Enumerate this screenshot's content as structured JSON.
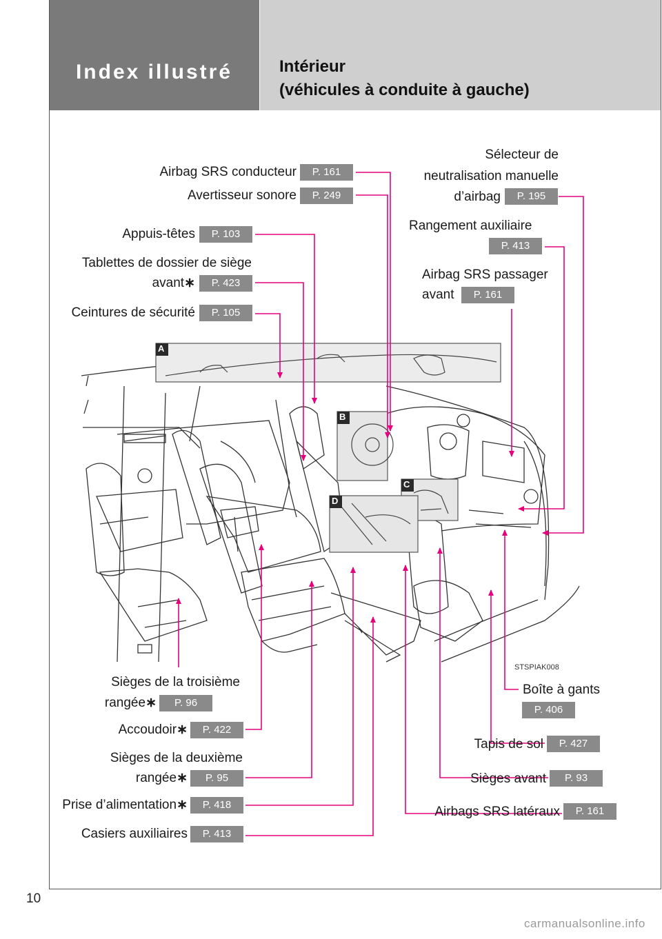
{
  "header": {
    "section": "Index illustré",
    "title_line1": "Intérieur",
    "title_line2": "(véhicules à conduite à gauche)"
  },
  "callouts": {
    "airbag_driver": {
      "label": "Airbag SRS conducteur",
      "page": "P. 161"
    },
    "horn": {
      "label": "Avertisseur sonore",
      "page": "P. 249"
    },
    "headrests": {
      "label": "Appuis-têtes",
      "page": "P. 103"
    },
    "seatback_tables": {
      "label1": "Tablettes de dossier de siège",
      "label2": "avant",
      "mark": "∗",
      "page": "P. 423"
    },
    "seatbelts": {
      "label": "Ceintures de sécurité",
      "page": "P. 105"
    },
    "airbag_cutoff": {
      "label1": "Sélecteur de",
      "label2": "neutralisation manuelle",
      "label3": "d’airbag",
      "page": "P. 195"
    },
    "aux_storage_front": {
      "label": "Rangement auxiliaire",
      "page": "P. 413"
    },
    "airbag_passenger": {
      "label1": "Airbag SRS passager",
      "label2": "avant",
      "page": "P. 161"
    },
    "third_row": {
      "label1": "Sièges de la troisième",
      "label2": "rangée",
      "mark": "∗",
      "page": "P. 96"
    },
    "armrest": {
      "label": "Accoudoir",
      "mark": "∗",
      "page": "P. 422"
    },
    "second_row": {
      "label1": "Sièges de la deuxième",
      "label2": "rangée",
      "mark": "∗",
      "page": "P. 95"
    },
    "power_outlet": {
      "label": "Prise d’alimentation",
      "mark": "∗",
      "page": "P. 418"
    },
    "aux_boxes": {
      "label": "Casiers auxiliaires",
      "page": "P. 413"
    },
    "glovebox": {
      "label": "Boîte à gants",
      "page": "P. 406"
    },
    "floor_mat": {
      "label": "Tapis de sol",
      "page": "P. 427"
    },
    "front_seats": {
      "label": "Sièges avant",
      "page": "P. 93"
    },
    "side_airbags": {
      "label": "Airbags SRS latéraux",
      "page": "P. 161"
    }
  },
  "insets": {
    "a": "A",
    "b": "B",
    "c": "C",
    "d": "D"
  },
  "image_code": "STSPIAK008",
  "page_number": "10",
  "watermark": "carmanualsonline.info",
  "colors": {
    "leader": "#e6007e",
    "header_dark": "#7a7a7a",
    "header_light": "#cfcfcf",
    "page_badge": "#8a8a8a"
  }
}
